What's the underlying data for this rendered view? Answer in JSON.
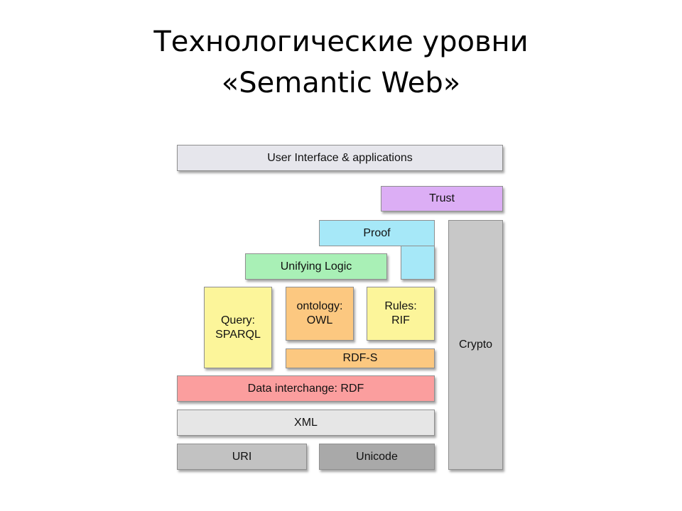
{
  "title": {
    "line1": "Технологические уровни",
    "line2": "«Semantic Web»"
  },
  "layers": {
    "ui": {
      "label": "User Interface & applications",
      "color": "#e6e6ec"
    },
    "trust": {
      "label": "Trust",
      "color": "#dcaef5"
    },
    "proof": {
      "label": "Proof",
      "color": "#a6e8f8"
    },
    "unifying_logic": {
      "label": "Unifying Logic",
      "color": "#a9f0b6"
    },
    "query": {
      "label_line1": "Query:",
      "label_line2": "SPARQL",
      "color": "#fcf59a"
    },
    "ontology": {
      "label_line1": "ontology:",
      "label_line2": "OWL",
      "color": "#fcc880"
    },
    "rules": {
      "label_line1": "Rules:",
      "label_line2": "RIF",
      "color": "#fcf59a"
    },
    "rdfs": {
      "label": "RDF-S",
      "color": "#fcc880"
    },
    "rdf": {
      "label": "Data interchange: RDF",
      "color": "#fb9e9e"
    },
    "xml": {
      "label": "XML",
      "color": "#e6e6e6"
    },
    "uri": {
      "label": "URI",
      "color": "#c2c2c2"
    },
    "unicode": {
      "label": "Unicode",
      "color": "#a9a9a9"
    },
    "crypto": {
      "label": "Crypto",
      "color": "#c8c8c8"
    }
  }
}
